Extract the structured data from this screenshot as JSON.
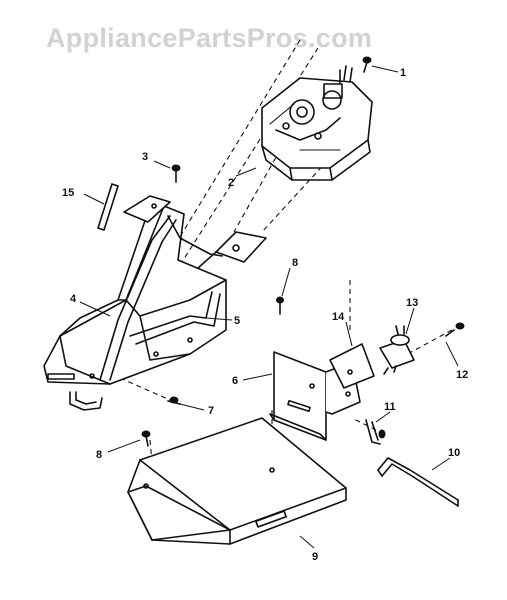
{
  "watermark": "AppliancePartsPros.com",
  "callouts": {
    "c1": "1",
    "c2": "2",
    "c3": "3",
    "c4": "4",
    "c5": "5",
    "c6": "6",
    "c7": "7",
    "c8a": "8",
    "c8b": "8",
    "c9": "9",
    "c10": "10",
    "c11": "11",
    "c12": "12",
    "c13": "13",
    "c14": "14",
    "c15": "15"
  }
}
